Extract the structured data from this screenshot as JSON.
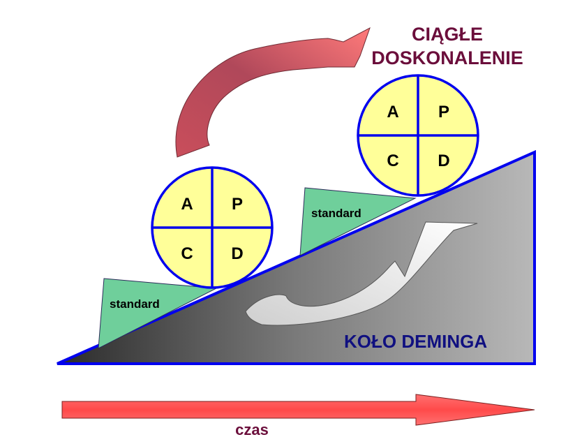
{
  "title": {
    "line1": "CIĄGŁE",
    "line2": "DOSKONALENIE",
    "color": "#6b0e3b"
  },
  "wedge_label": "KOŁO DEMINGA",
  "wedge_label_color": "#101080",
  "time_label": "czas",
  "time_label_color": "#6b0e3b",
  "wheels": [
    {
      "quadrants": [
        "A",
        "P",
        "C",
        "D"
      ]
    },
    {
      "quadrants": [
        "A",
        "P",
        "C",
        "D"
      ]
    }
  ],
  "wedges": [
    {
      "label": "standard"
    },
    {
      "label": "standard"
    }
  ],
  "colors": {
    "wheel_fill": "#ffff99",
    "outline_blue": "#0000ee",
    "wedge_fill": "#6fcf9b",
    "arrow_red": "#ff5a5a",
    "ramp_dark": "#2b2b2b",
    "ramp_light": "#b5b5b5"
  }
}
